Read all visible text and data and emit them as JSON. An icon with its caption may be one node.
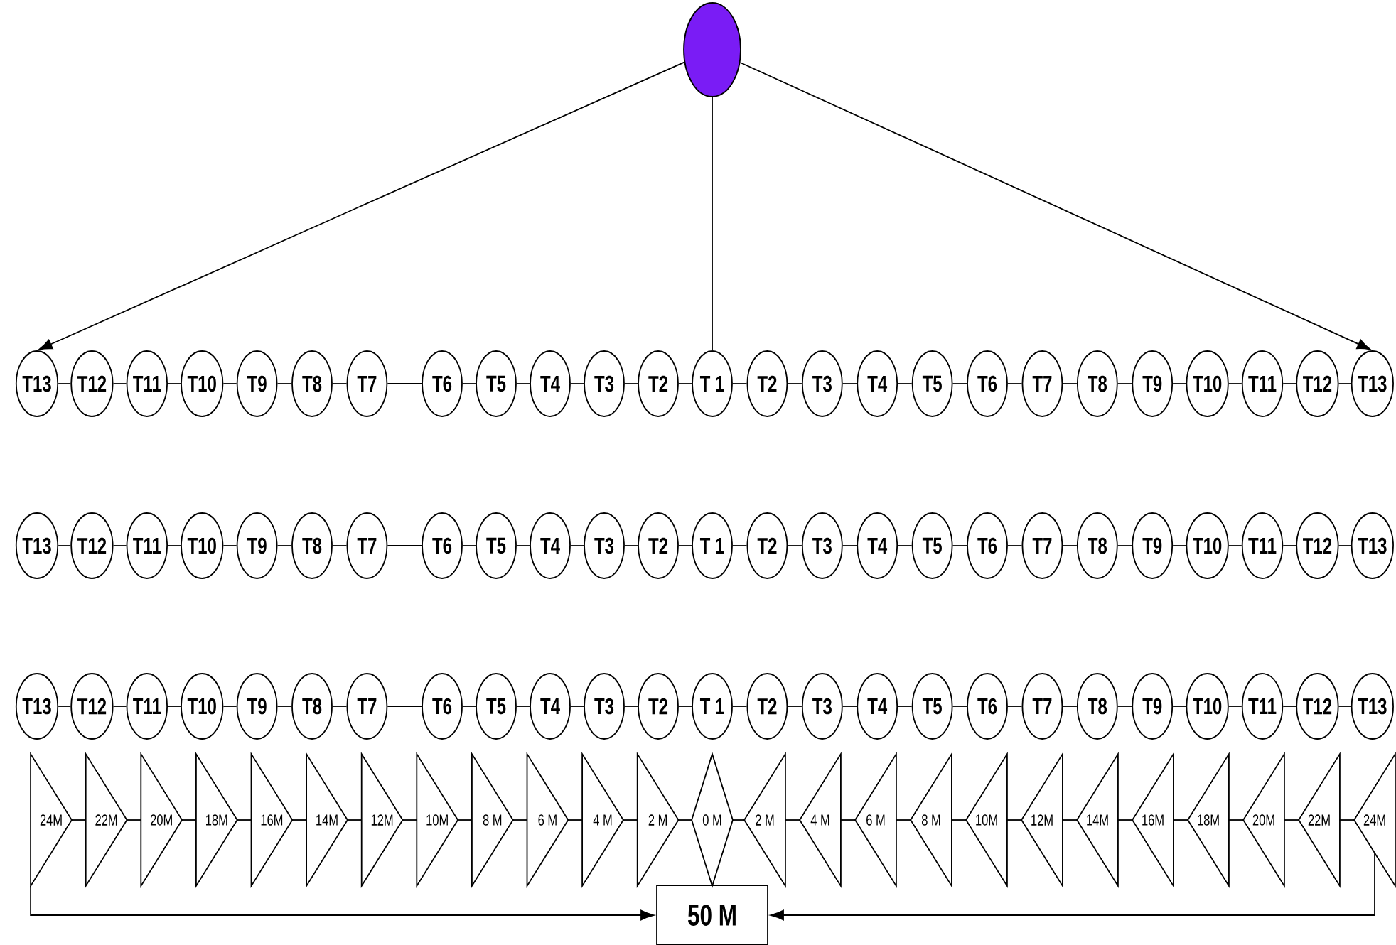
{
  "diagram": {
    "nodes": [
      {
        "text": [],
        "shape": "circle"
      },
      {
        "text": [
          "T13"
        ]
      },
      {
        "text": [
          "T12"
        ]
      },
      {
        "text": [
          "T11"
        ]
      },
      {
        "text": [
          "T10"
        ]
      },
      {
        "text": [
          "T9"
        ]
      },
      {
        "text": [
          "T8"
        ]
      },
      {
        "text": [
          "T7"
        ]
      },
      {
        "text": [
          "T6"
        ]
      },
      {
        "text": [
          "T5"
        ]
      },
      {
        "text": [
          "T4"
        ]
      },
      {
        "text": [
          "T3"
        ]
      },
      {
        "text": [
          "T2"
        ]
      },
      {
        "text": [
          "T 1"
        ]
      },
      {
        "text": [
          "T2"
        ]
      },
      {
        "text": [
          "T3"
        ]
      },
      {
        "text": [
          "T4"
        ]
      },
      {
        "text": [
          "T5"
        ]
      },
      {
        "text": [
          "T6"
        ]
      },
      {
        "text": [
          "T7"
        ]
      },
      {
        "text": [
          "T8"
        ]
      },
      {
        "text": [
          "T9"
        ]
      },
      {
        "text": [
          "T10"
        ]
      },
      {
        "text": [
          "T11"
        ]
      },
      {
        "text": [
          "T12"
        ]
      },
      {
        "text": [
          "T13"
        ]
      },
      {
        "text": [
          "T13"
        ]
      },
      {
        "text": [
          "T12"
        ]
      },
      {
        "text": [
          "T11"
        ]
      },
      {
        "text": [
          "T10"
        ]
      },
      {
        "text": [
          "T9"
        ]
      },
      {
        "text": [
          "T8"
        ]
      },
      {
        "text": [
          "T7"
        ]
      },
      {
        "text": [
          "T6"
        ]
      },
      {
        "text": [
          "T5"
        ]
      },
      {
        "text": [
          "T4"
        ]
      },
      {
        "text": [
          "T3"
        ]
      },
      {
        "text": [
          "T2"
        ]
      },
      {
        "text": [
          "T 1"
        ]
      },
      {
        "text": [
          "T2"
        ]
      },
      {
        "text": [
          "T3"
        ]
      },
      {
        "text": [
          "T4"
        ]
      },
      {
        "text": [
          "T5"
        ]
      },
      {
        "text": [
          "T6"
        ]
      },
      {
        "text": [
          "T7"
        ]
      },
      {
        "text": [
          "T8"
        ]
      },
      {
        "text": [
          "T9"
        ]
      },
      {
        "text": [
          "T10"
        ]
      },
      {
        "text": [
          "T11"
        ]
      },
      {
        "text": [
          "T12"
        ]
      },
      {
        "text": [
          "T13"
        ]
      },
      {
        "text": [
          "T13"
        ]
      },
      {
        "text": [
          "T12"
        ]
      },
      {
        "text": [
          "T11"
        ]
      },
      {
        "text": [
          "T10"
        ]
      },
      {
        "text": [
          "T9"
        ]
      },
      {
        "text": [
          "T8"
        ]
      },
      {
        "text": [
          "T7"
        ]
      },
      {
        "text": [
          "T6"
        ]
      },
      {
        "text": [
          "T5"
        ]
      },
      {
        "text": [
          "T4"
        ]
      },
      {
        "text": [
          "T3"
        ]
      },
      {
        "text": [
          "T2"
        ]
      },
      {
        "text": [
          "T 1"
        ]
      },
      {
        "text": [
          "T2"
        ]
      },
      {
        "text": [
          "T3"
        ]
      },
      {
        "text": [
          "T4"
        ]
      },
      {
        "text": [
          "T5"
        ]
      },
      {
        "text": [
          "T6"
        ]
      },
      {
        "text": [
          "T7"
        ]
      },
      {
        "text": [
          "T8"
        ]
      },
      {
        "text": [
          "T9"
        ]
      },
      {
        "text": [
          "T10"
        ]
      },
      {
        "text": [
          "T11"
        ]
      },
      {
        "text": [
          "T12"
        ]
      },
      {
        "text": [
          "T13"
        ]
      },
      {
        "text": [
          "24M"
        ]
      },
      {
        "text": [
          "22M"
        ]
      },
      {
        "text": [
          "20M"
        ]
      },
      {
        "text": [
          "18M"
        ]
      },
      {
        "text": [
          "16M"
        ]
      },
      {
        "text": [
          "14M"
        ]
      },
      {
        "text": [
          "12M"
        ]
      },
      {
        "text": [
          "10M"
        ]
      },
      {
        "text": [
          "8 M"
        ]
      },
      {
        "text": [
          "6 M"
        ]
      },
      {
        "text": [
          "4 M"
        ]
      },
      {
        "text": [
          "2 M"
        ]
      },
      {
        "text": [
          "0 M"
        ]
      },
      {
        "text": [
          "2 M"
        ]
      },
      {
        "text": [
          "4 M"
        ]
      },
      {
        "text": [
          "6 M"
        ]
      },
      {
        "text": [
          "8 M"
        ]
      },
      {
        "text": [
          "10M"
        ]
      },
      {
        "text": [
          "12M"
        ]
      },
      {
        "text": [
          "14M"
        ]
      },
      {
        "text": [
          "16M"
        ]
      },
      {
        "text": [
          "18M"
        ]
      },
      {
        "text": [
          "20M"
        ]
      },
      {
        "text": [
          "22M"
        ]
      },
      {
        "text": [
          "24M"
        ]
      },
      {
        "text": [
          "50 M"
        ]
      }
    ],
    "edges": [
      {
        "from": 0,
        "to": 1,
        "arrow": "to"
      },
      {
        "from": 0,
        "to": 13,
        "arrow": "none"
      },
      {
        "from": 0,
        "to": 25,
        "arrow": "to"
      },
      {
        "from": 1,
        "to": 2,
        "arrow": "none"
      },
      {
        "from": 2,
        "to": 3,
        "arrow": "none"
      },
      {
        "from": 3,
        "to": 4,
        "arrow": "none"
      },
      {
        "from": 4,
        "to": 5,
        "arrow": "none"
      },
      {
        "from": 5,
        "to": 6,
        "arrow": "none"
      },
      {
        "from": 6,
        "to": 7,
        "arrow": "none"
      },
      {
        "from": 7,
        "to": 8,
        "arrow": "none"
      },
      {
        "from": 8,
        "to": 9,
        "arrow": "none"
      },
      {
        "from": 9,
        "to": 10,
        "arrow": "none"
      },
      {
        "from": 10,
        "to": 11,
        "arrow": "none"
      },
      {
        "from": 11,
        "to": 12,
        "arrow": "none"
      },
      {
        "from": 12,
        "to": 13,
        "arrow": "none"
      },
      {
        "from": 13,
        "to": 14,
        "arrow": "none"
      },
      {
        "from": 14,
        "to": 15,
        "arrow": "none"
      },
      {
        "from": 15,
        "to": 16,
        "arrow": "none"
      },
      {
        "from": 16,
        "to": 17,
        "arrow": "none"
      },
      {
        "from": 17,
        "to": 18,
        "arrow": "none"
      },
      {
        "from": 18,
        "to": 19,
        "arrow": "none"
      },
      {
        "from": 19,
        "to": 20,
        "arrow": "none"
      },
      {
        "from": 20,
        "to": 21,
        "arrow": "none"
      },
      {
        "from": 21,
        "to": 22,
        "arrow": "none"
      },
      {
        "from": 22,
        "to": 23,
        "arrow": "none"
      },
      {
        "from": 23,
        "to": 24,
        "arrow": "none"
      },
      {
        "from": 24,
        "to": 25,
        "arrow": "none"
      },
      {
        "from": 26,
        "to": 27,
        "arrow": "none"
      },
      {
        "from": 27,
        "to": 28,
        "arrow": "none"
      },
      {
        "from": 28,
        "to": 29,
        "arrow": "none"
      },
      {
        "from": 29,
        "to": 30,
        "arrow": "none"
      },
      {
        "from": 30,
        "to": 31,
        "arrow": "none"
      },
      {
        "from": 31,
        "to": 32,
        "arrow": "none"
      },
      {
        "from": 32,
        "to": 33,
        "arrow": "none"
      },
      {
        "from": 33,
        "to": 34,
        "arrow": "none"
      },
      {
        "from": 34,
        "to": 35,
        "arrow": "none"
      },
      {
        "from": 35,
        "to": 36,
        "arrow": "none"
      },
      {
        "from": 36,
        "to": 37,
        "arrow": "none"
      },
      {
        "from": 37,
        "to": 38,
        "arrow": "none"
      },
      {
        "from": 38,
        "to": 39,
        "arrow": "none"
      },
      {
        "from": 39,
        "to": 40,
        "arrow": "none"
      },
      {
        "from": 40,
        "to": 41,
        "arrow": "none"
      },
      {
        "from": 41,
        "to": 42,
        "arrow": "none"
      },
      {
        "from": 42,
        "to": 43,
        "arrow": "none"
      },
      {
        "from": 43,
        "to": 44,
        "arrow": "none"
      },
      {
        "from": 44,
        "to": 45,
        "arrow": "none"
      },
      {
        "from": 45,
        "to": 46,
        "arrow": "none"
      },
      {
        "from": 46,
        "to": 47,
        "arrow": "none"
      },
      {
        "from": 47,
        "to": 48,
        "arrow": "none"
      },
      {
        "from": 48,
        "to": 49,
        "arrow": "none"
      },
      {
        "from": 49,
        "to": 50,
        "arrow": "none"
      },
      {
        "from": 51,
        "to": 52,
        "arrow": "none"
      },
      {
        "from": 52,
        "to": 53,
        "arrow": "none"
      },
      {
        "from": 53,
        "to": 54,
        "arrow": "none"
      },
      {
        "from": 54,
        "to": 55,
        "arrow": "none"
      },
      {
        "from": 55,
        "to": 56,
        "arrow": "none"
      },
      {
        "from": 56,
        "to": 57,
        "arrow": "none"
      },
      {
        "from": 57,
        "to": 58,
        "arrow": "none"
      },
      {
        "from": 58,
        "to": 59,
        "arrow": "none"
      },
      {
        "from": 59,
        "to": 60,
        "arrow": "none"
      },
      {
        "from": 60,
        "to": 61,
        "arrow": "none"
      },
      {
        "from": 61,
        "to": 62,
        "arrow": "none"
      },
      {
        "from": 62,
        "to": 63,
        "arrow": "none"
      },
      {
        "from": 63,
        "to": 64,
        "arrow": "none"
      },
      {
        "from": 64,
        "to": 65,
        "arrow": "none"
      },
      {
        "from": 65,
        "to": 66,
        "arrow": "none"
      },
      {
        "from": 66,
        "to": 67,
        "arrow": "none"
      },
      {
        "from": 67,
        "to": 68,
        "arrow": "none"
      },
      {
        "from": 68,
        "to": 69,
        "arrow": "none"
      },
      {
        "from": 69,
        "to": 70,
        "arrow": "none"
      },
      {
        "from": 70,
        "to": 71,
        "arrow": "none"
      },
      {
        "from": 71,
        "to": 72,
        "arrow": "none"
      },
      {
        "from": 72,
        "to": 73,
        "arrow": "none"
      },
      {
        "from": 73,
        "to": 74,
        "arrow": "none"
      },
      {
        "from": 74,
        "to": 75,
        "arrow": "none"
      },
      {
        "from": 76,
        "to": 77,
        "arrow": "none"
      },
      {
        "from": 77,
        "to": 78,
        "arrow": "none"
      },
      {
        "from": 78,
        "to": 79,
        "arrow": "none"
      },
      {
        "from": 79,
        "to": 80,
        "arrow": "none"
      },
      {
        "from": 80,
        "to": 81,
        "arrow": "none"
      },
      {
        "from": 81,
        "to": 82,
        "arrow": "none"
      },
      {
        "from": 82,
        "to": 83,
        "arrow": "none"
      },
      {
        "from": 83,
        "to": 84,
        "arrow": "none"
      },
      {
        "from": 84,
        "to": 85,
        "arrow": "none"
      },
      {
        "from": 85,
        "to": 86,
        "arrow": "none"
      },
      {
        "from": 86,
        "to": 87,
        "arrow": "none"
      },
      {
        "from": 87,
        "to": 88,
        "arrow": "none"
      },
      {
        "from": 88,
        "to": 89,
        "arrow": "none"
      },
      {
        "from": 89,
        "to": 90,
        "arrow": "none"
      },
      {
        "from": 90,
        "to": 91,
        "arrow": "none"
      },
      {
        "from": 91,
        "to": 92,
        "arrow": "none"
      },
      {
        "from": 92,
        "to": 93,
        "arrow": "none"
      },
      {
        "from": 93,
        "to": 94,
        "arrow": "none"
      },
      {
        "from": 94,
        "to": 95,
        "arrow": "none"
      },
      {
        "from": 95,
        "to": 96,
        "arrow": "none"
      },
      {
        "from": 96,
        "to": 97,
        "arrow": "none"
      },
      {
        "from": 97,
        "to": 98,
        "arrow": "none"
      },
      {
        "from": 98,
        "to": 99,
        "arrow": "none"
      },
      {
        "from": 99,
        "to": 100,
        "arrow": "none"
      },
      {
        "from": 76,
        "to": 101,
        "arrow": "to"
      },
      {
        "from": 100,
        "to": 101,
        "arrow": "to"
      }
    ]
  }
}
